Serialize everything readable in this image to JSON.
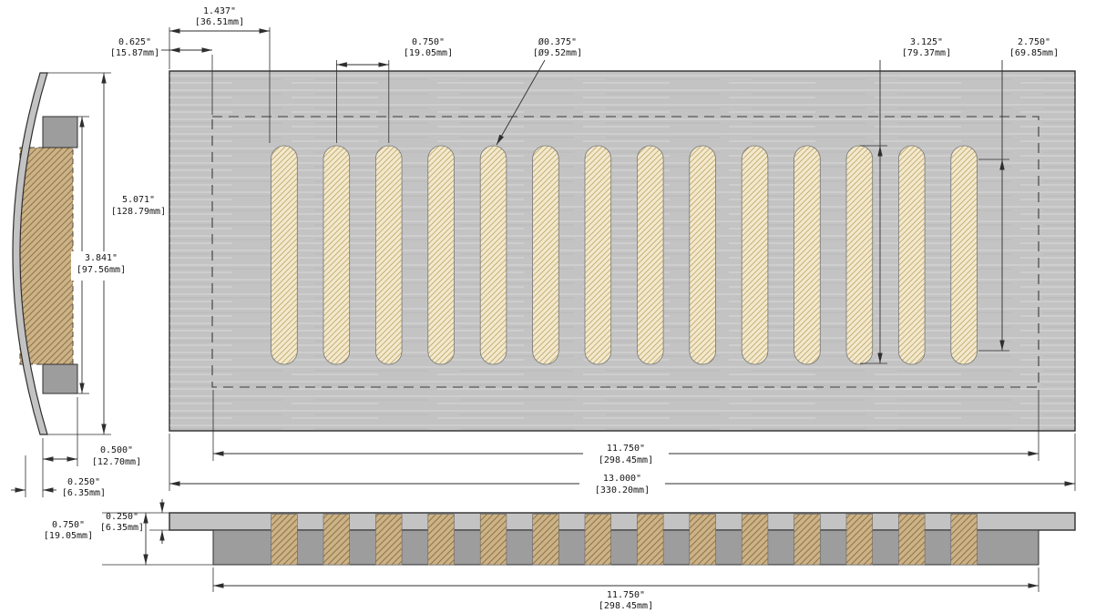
{
  "drawing": {
    "dims": {
      "slot_offset": {
        "in": "1.437\"",
        "mm": "[36.51mm]"
      },
      "flange_margin": {
        "in": "0.625\"",
        "mm": "[15.87mm]"
      },
      "slot_pitch": {
        "in": "0.750\"",
        "mm": "[19.05mm]"
      },
      "slot_diameter": {
        "in": "Ø0.375\"",
        "mm": "[Ø9.52mm]"
      },
      "slot_length_total": {
        "in": "3.125\"",
        "mm": "[79.37mm]"
      },
      "slot_length_straight": {
        "in": "2.750\"",
        "mm": "[69.85mm]"
      },
      "overall_height": {
        "in": "5.071\"",
        "mm": "[128.79mm]"
      },
      "inner_height": {
        "in": "3.841\"",
        "mm": "[97.56mm]"
      },
      "duct_depth": {
        "in": "0.500\"",
        "mm": "[12.70mm]"
      },
      "flange_depth": {
        "in": "0.250\"",
        "mm": "[6.35mm]"
      },
      "opening_width": {
        "in": "11.750\"",
        "mm": "[298.45mm]"
      },
      "overall_width": {
        "in": "13.000\"",
        "mm": "[330.20mm]"
      },
      "front_height": {
        "in": "0.750\"",
        "mm": "[19.05mm]"
      },
      "front_plate_thickness": {
        "in": "0.250\"",
        "mm": "[6.35mm]"
      },
      "front_duct_width": {
        "in": "11.750\"",
        "mm": "[298.45mm]"
      }
    },
    "geometry": {
      "slot_count": 14
    },
    "colors": {
      "plate": "#c3c3c3",
      "duct": "#9d9d9d",
      "slot_fill": "#f2e9cd",
      "slot_hatch": "#c4a96c",
      "tan_fill": "#ccb287",
      "tan_hatch": "#8f7446",
      "line": "#2e2e2e"
    }
  }
}
